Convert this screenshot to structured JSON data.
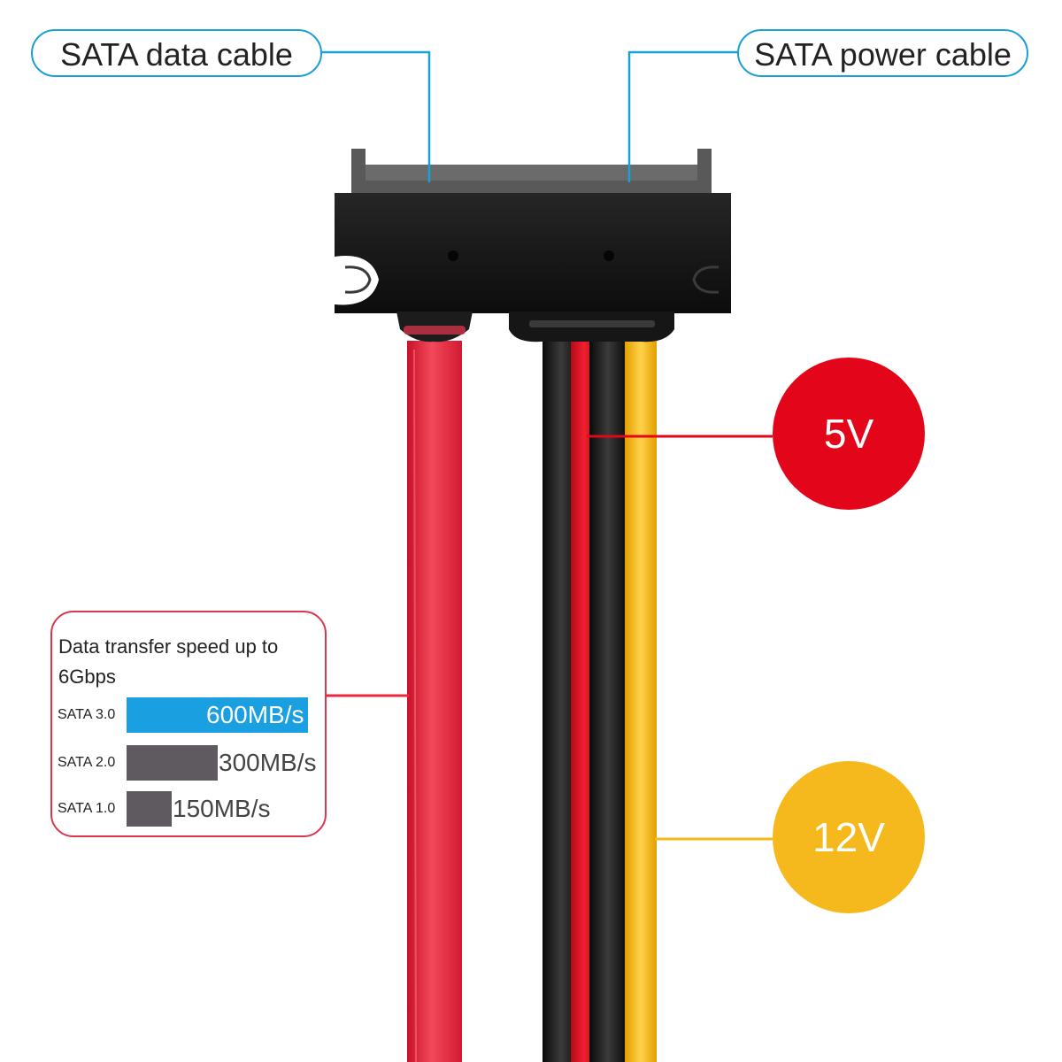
{
  "labels": {
    "data_cable": "SATA data cable",
    "power_cable": "SATA power cable"
  },
  "voltages": {
    "five": {
      "text": "5V",
      "color": "#e3061a"
    },
    "twelve": {
      "text": "12V",
      "color": "#f6b91d"
    }
  },
  "speed_panel": {
    "heading": "Data transfer speed up to 6Gbps",
    "rows": [
      {
        "version": "SATA 3.0",
        "rate": "600MB/s",
        "value": 600,
        "accent": true
      },
      {
        "version": "SATA 2.0",
        "rate": "300MB/s",
        "value": 300,
        "accent": false
      },
      {
        "version": "SATA 1.0",
        "rate": "150MB/s",
        "value": 150,
        "accent": false
      }
    ]
  },
  "colors": {
    "callout_line": "#1a9fd6",
    "panel_border": "#d9364f",
    "data_wire": "#e8293f",
    "power_red": "#e3061a",
    "power_black": "#1e1e1e",
    "power_yellow": "#f6b91d",
    "bar_accent": "#1a9fe0",
    "bar_gray": "#5f5a60"
  }
}
